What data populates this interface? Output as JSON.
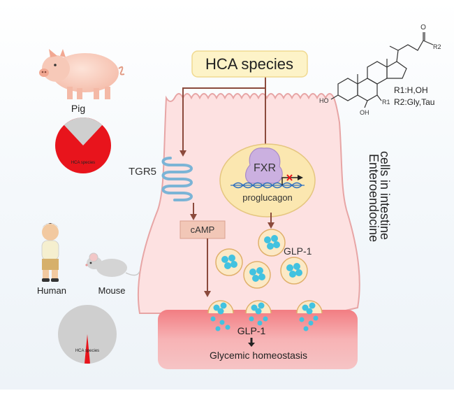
{
  "header": {
    "box_label": "HCA species"
  },
  "structure": {
    "r1": "R1:H,OH",
    "r2": "R2:Gly,Tau",
    "ho": "HO",
    "oh": "OH",
    "r1_atom": "R1",
    "r2_atom": "R2",
    "oxygen": "O"
  },
  "animals": {
    "pig": "Pig",
    "human": "Human",
    "mouse": "Mouse"
  },
  "pie_pig": {
    "slice_label": "HCA species",
    "slice_color": "#e8141c",
    "rest_color": "#cfcfcf",
    "hca_fraction": 0.8
  },
  "pie_human_mouse": {
    "slice_label": "HCA species",
    "slice_color": "#e8141c",
    "rest_color": "#cfcfcf",
    "hca_fraction": 0.03
  },
  "cell": {
    "receptor": "TGR5",
    "nuclear_receptor": "FXR",
    "gene": "proglucagon",
    "messenger": "cAMP",
    "hormone": "GLP-1",
    "secreted": "GLP-1",
    "outcome": "Glycemic homeostasis",
    "side_label_line1": "Enteroendocine",
    "side_label_line2": "cells in intestine"
  },
  "colors": {
    "arrow": "#8b4a3c",
    "cell_fill": "#fde1e1",
    "nucleus": "#fbe7b0",
    "fxr": "#cbb0e0",
    "granule": "#42c2e0",
    "blood": "#f08a8e"
  }
}
